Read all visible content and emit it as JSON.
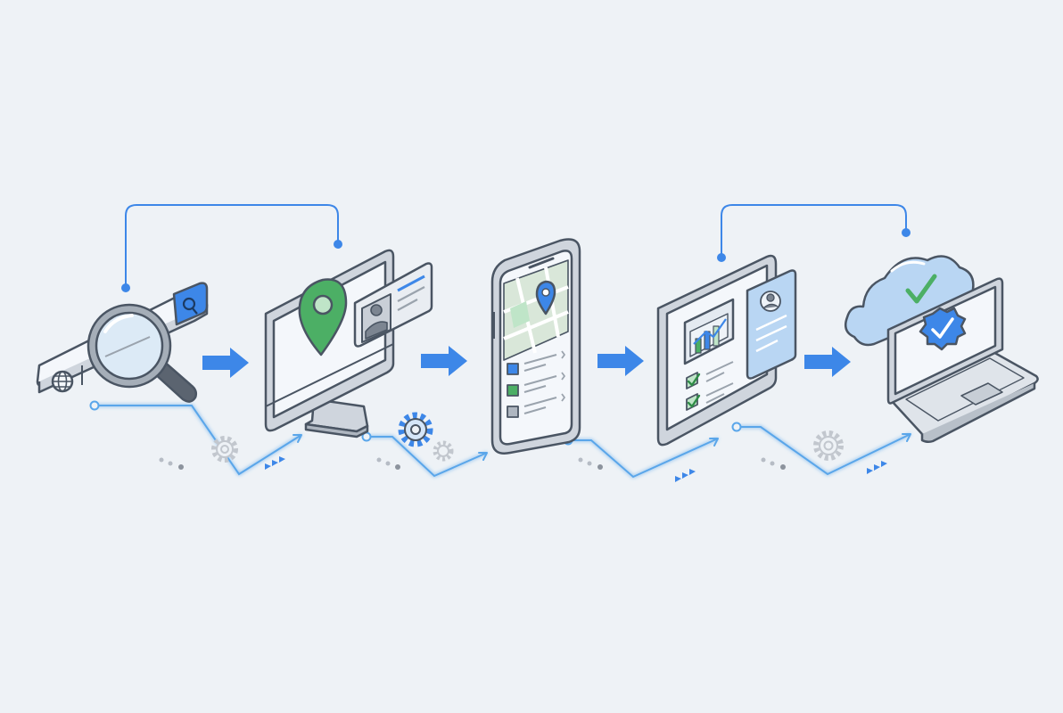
{
  "colors": {
    "background": "#eef2f6",
    "outline": "#4a5563",
    "device_frame": "#cfd5dd",
    "screen": "#f4f7fb",
    "accent_blue": "#3d87e8",
    "light_blue": "#b9d6f3",
    "accent_green": "#4caf65",
    "light_green": "#bfe5c8",
    "connector_blue": "#5aa6ea",
    "gear_gray": "#c7ccd3"
  },
  "steps": [
    {
      "id": "search",
      "icon": "magnifier-search-bar-icon"
    },
    {
      "id": "locate",
      "icon": "desktop-location-pin-icon"
    },
    {
      "id": "map",
      "icon": "smartphone-map-icon"
    },
    {
      "id": "review",
      "icon": "tablet-dashboard-checklist-icon"
    },
    {
      "id": "verify",
      "icon": "laptop-cloud-verified-icon"
    }
  ],
  "flow_arrows": 4,
  "top_connectors": [
    {
      "from": "search",
      "to": "locate"
    },
    {
      "from": "review",
      "to": "verify"
    }
  ]
}
